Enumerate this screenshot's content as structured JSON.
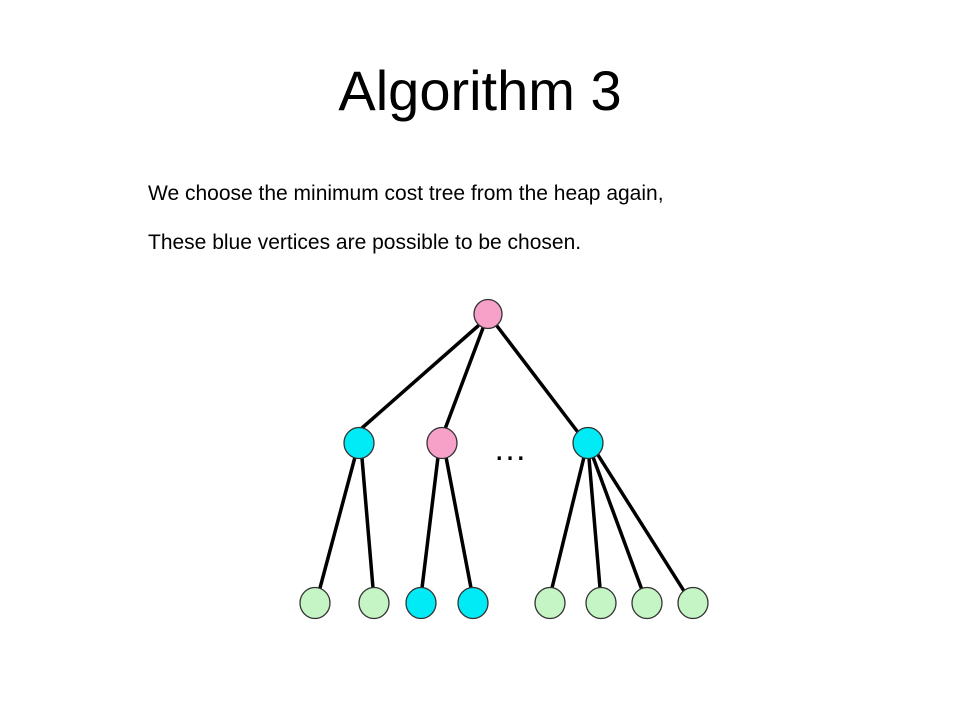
{
  "slide": {
    "title": "Algorithm 3",
    "lines": [
      "We choose the minimum cost tree from the heap again,",
      "These blue vertices are possible to be chosen."
    ]
  },
  "tree": {
    "ellipsis": "…",
    "colors": {
      "pink": "#f7a1c9",
      "cyan": "#00ebf5",
      "light_green": "#c5f5c5",
      "edge": "#000000"
    },
    "root": {
      "id": "r",
      "color": "pink"
    },
    "level1": [
      {
        "id": "a",
        "color": "cyan",
        "parent": "r"
      },
      {
        "id": "b",
        "color": "pink",
        "parent": "r"
      },
      {
        "id": "c",
        "color": "cyan",
        "parent": "r"
      }
    ],
    "level2": [
      {
        "id": "a1",
        "color": "light_green",
        "parent": "a"
      },
      {
        "id": "a2",
        "color": "light_green",
        "parent": "a"
      },
      {
        "id": "b1",
        "color": "cyan",
        "parent": "b"
      },
      {
        "id": "b2",
        "color": "cyan",
        "parent": "b"
      },
      {
        "id": "c1",
        "color": "light_green",
        "parent": "c"
      },
      {
        "id": "c2",
        "color": "light_green",
        "parent": "c"
      },
      {
        "id": "c3",
        "color": "light_green",
        "parent": "c"
      },
      {
        "id": "c4",
        "color": "light_green",
        "parent": "c"
      }
    ]
  }
}
